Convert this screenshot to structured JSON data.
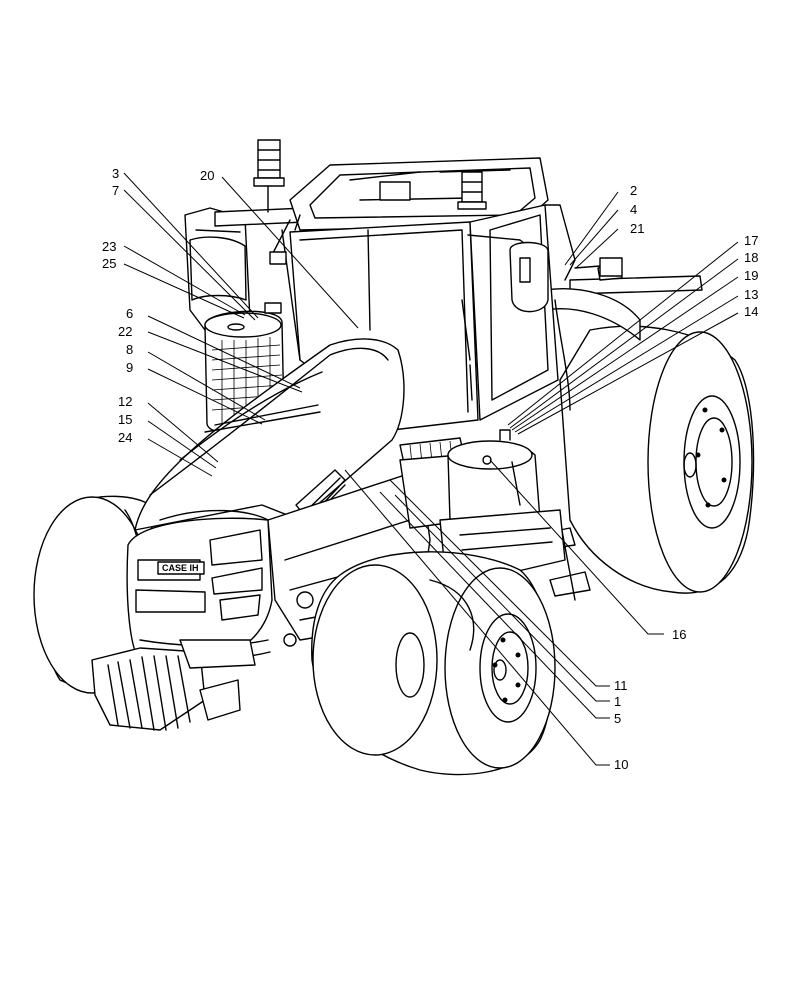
{
  "diagram": {
    "brand_label": "CASE IH",
    "callouts": [
      {
        "id": "c1",
        "text": "1"
      },
      {
        "id": "c2",
        "text": "2"
      },
      {
        "id": "c3",
        "text": "3"
      },
      {
        "id": "c4",
        "text": "4"
      },
      {
        "id": "c5",
        "text": "5"
      },
      {
        "id": "c6",
        "text": "6"
      },
      {
        "id": "c7",
        "text": "7"
      },
      {
        "id": "c8",
        "text": "8"
      },
      {
        "id": "c9",
        "text": "9"
      },
      {
        "id": "c10",
        "text": "10"
      },
      {
        "id": "c11",
        "text": "11"
      },
      {
        "id": "c12",
        "text": "12"
      },
      {
        "id": "c13",
        "text": "13"
      },
      {
        "id": "c14",
        "text": "14"
      },
      {
        "id": "c15",
        "text": "15"
      },
      {
        "id": "c16",
        "text": "16"
      },
      {
        "id": "c17",
        "text": "17"
      },
      {
        "id": "c18",
        "text": "18"
      },
      {
        "id": "c19",
        "text": "19"
      },
      {
        "id": "c20",
        "text": "20"
      },
      {
        "id": "c21",
        "text": "21"
      },
      {
        "id": "c22",
        "text": "22"
      },
      {
        "id": "c23",
        "text": "23"
      },
      {
        "id": "c24",
        "text": "24"
      },
      {
        "id": "c25",
        "text": "25"
      }
    ]
  }
}
